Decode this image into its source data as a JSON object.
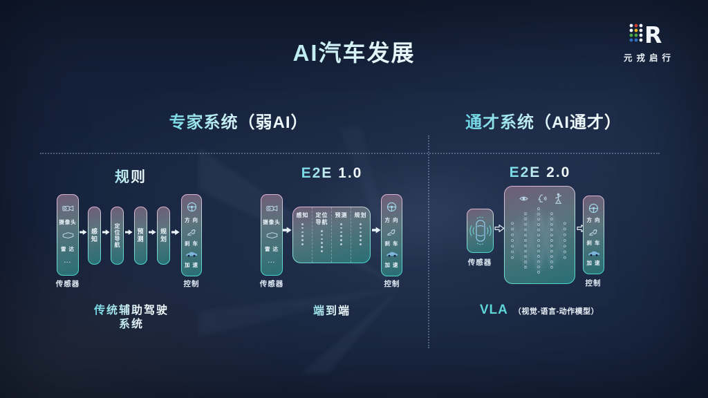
{
  "slide": {
    "title": "AI汽车发展",
    "logo_text": "元戎启行"
  },
  "sections": {
    "left": "专家系统（弱AI）",
    "right": "通才系统（AI通才）"
  },
  "col1": {
    "header": "规则",
    "sensor": {
      "camera": "摄像头",
      "radar": "雷 达",
      "more": "···",
      "label": "传感器"
    },
    "stages": [
      "感知",
      "定位导航",
      "预测",
      "规划"
    ],
    "control": {
      "direction": "方 向",
      "brake": "刹 车",
      "accel": "加 速",
      "label": "控制"
    },
    "caption": "传统辅助驾驶\n系统"
  },
  "col2": {
    "header": "E2E 1.0",
    "sensor": {
      "camera": "摄像头",
      "radar": "雷 达",
      "more": "···",
      "label": "传感器"
    },
    "stages": [
      "感知",
      "定位导航",
      "预测",
      "规划"
    ],
    "control": {
      "direction": "方 向",
      "brake": "刹 车",
      "accel": "加 速",
      "label": "控制"
    },
    "caption": "端到端"
  },
  "col3": {
    "header": "E2E 2.0",
    "sensor": {
      "label": "传感器"
    },
    "control": {
      "direction": "方 向",
      "brake": "刹 车",
      "accel": "加 速",
      "label": "控制"
    },
    "caption": "VLA",
    "caption_sub": "（视觉-语言-动作模型）"
  },
  "colors": {
    "accent_cyan": "#46d6c8",
    "title_cyan": "#48c6e2",
    "background": "#16233d"
  }
}
